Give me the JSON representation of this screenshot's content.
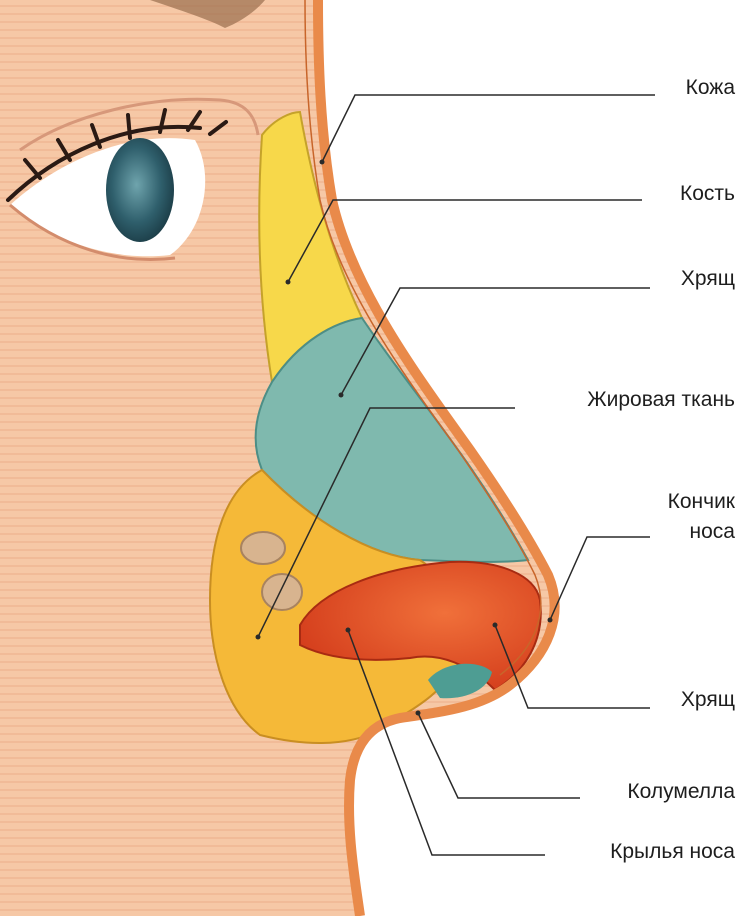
{
  "labels": {
    "skin": "Кожа",
    "bone": "Кость",
    "cartilage_upper": "Хрящ",
    "fat_tissue": "Жировая ткань",
    "nose_tip_line1": "Кончик",
    "nose_tip_line2": "носа",
    "cartilage_lower": "Хрящ",
    "columella": "Колумелла",
    "nasal_wings": "Крылья носа"
  },
  "colors": {
    "background": "#ffffff",
    "face_skin": "#f6c8a6",
    "skin_outline": "#e98a4a",
    "bone": "#f7d84a",
    "upper_cartilage": "#7fb9ae",
    "fat_tissue": "#f5b938",
    "lower_cartilage": "#e04a22",
    "iris": "#2f5f6c",
    "leader_line": "#2a2a2a"
  }
}
